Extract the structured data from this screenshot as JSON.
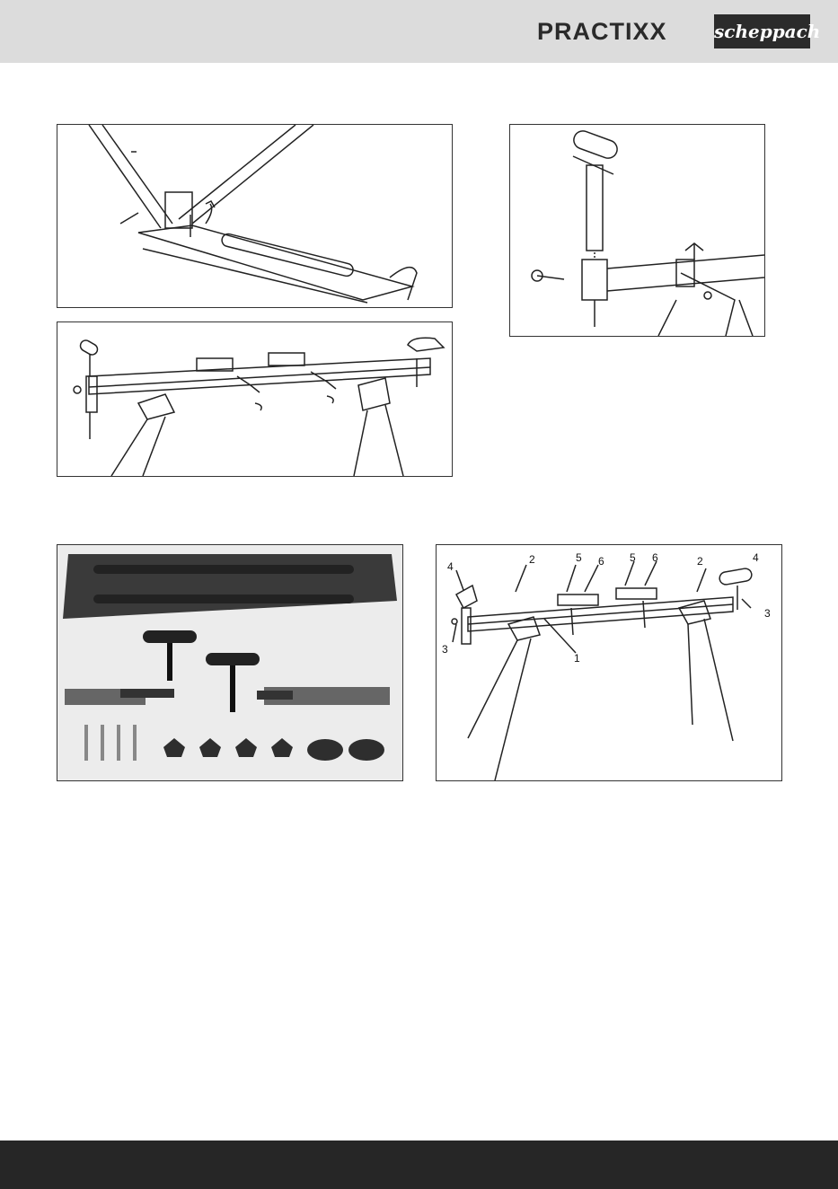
{
  "header": {
    "brand_practixx": "PRACTIXX",
    "brand_scheppach": "scheppach"
  },
  "figures": [
    {
      "name": "fold-out-frame"
    },
    {
      "name": "roller-support-insertion"
    },
    {
      "name": "assembled-stand-top"
    },
    {
      "name": "parts-photo"
    },
    {
      "name": "labeled-overview"
    }
  ],
  "callouts": {
    "frame": "1",
    "knob_left": "2",
    "knob_right": "2",
    "bolt_left": "3",
    "bolt_right": "3",
    "roller_left": "4",
    "roller_right": "4",
    "clamp_a": "5",
    "clamp_b": "5",
    "stop_a": "6",
    "stop_b": "6"
  }
}
